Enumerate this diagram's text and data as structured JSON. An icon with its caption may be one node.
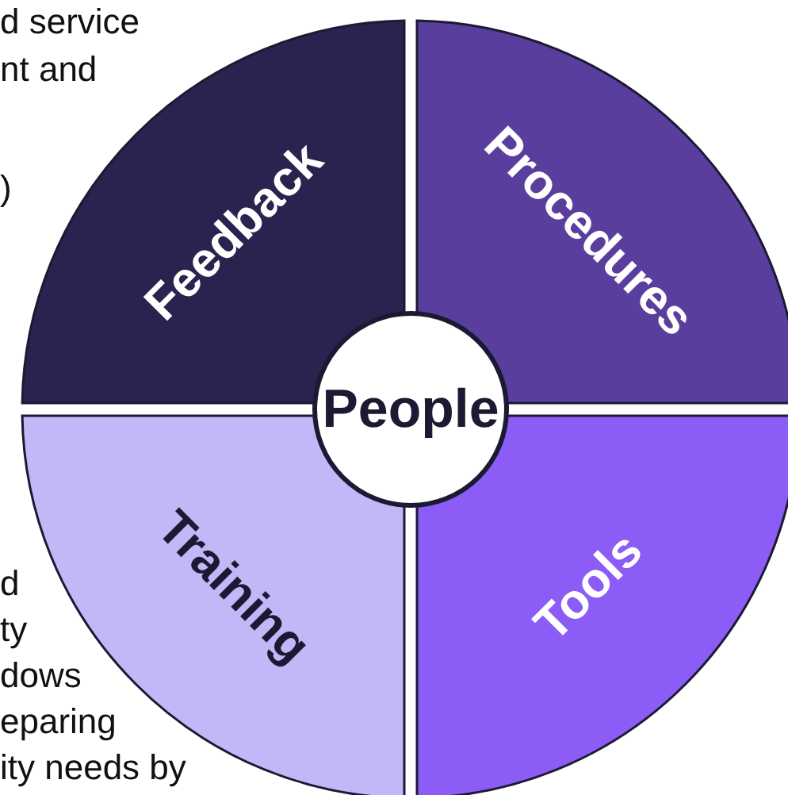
{
  "diagram": {
    "nodes": [
      {
        "text": [
          "Feedback"
        ]
      },
      {
        "text": [
          "Procedures"
        ]
      },
      {
        "text": [
          "People"
        ]
      },
      {
        "text": [
          "Training"
        ]
      },
      {
        "text": [
          "Tools"
        ]
      }
    ],
    "labels": [
      "d service",
      "nt and",
      ")",
      "d",
      "ty",
      "dows",
      "eparing",
      "ity needs by"
    ]
  }
}
